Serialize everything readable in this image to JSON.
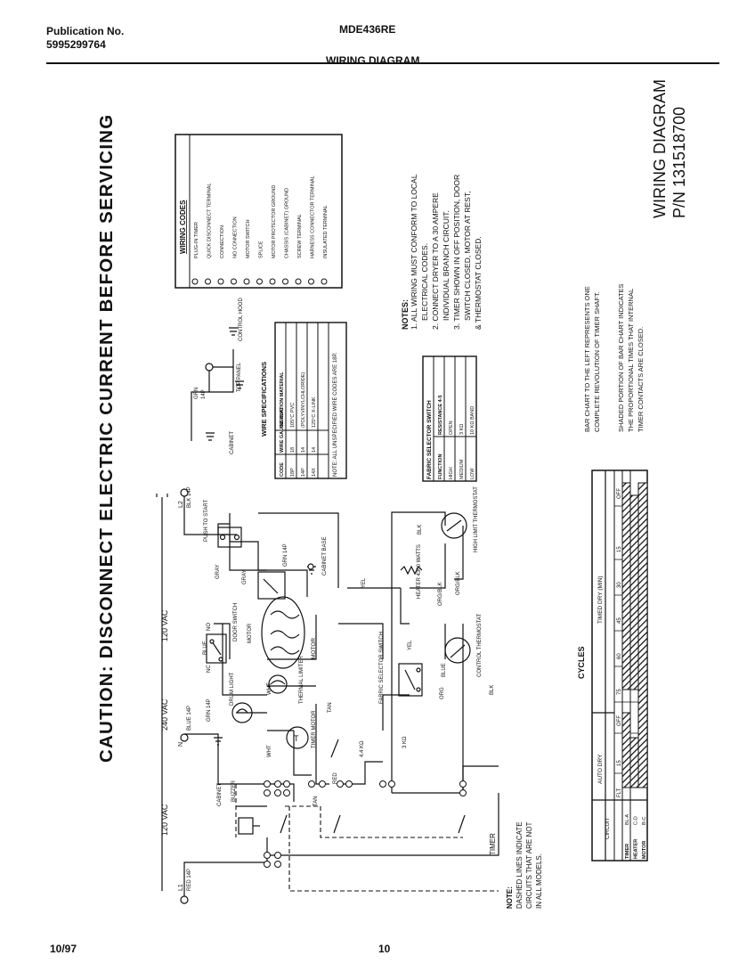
{
  "header": {
    "publication_label": "Publication No.",
    "publication_number": "5995299764",
    "model": "MDE436RE",
    "title": "WIRING DIAGRAM"
  },
  "footer": {
    "date": "10/97",
    "page": "10"
  },
  "caution": "CAUTION: DISCONNECT ELECTRIC CURRENT BEFORE SERVICING",
  "diagram_title": "WIRING DIAGRAM",
  "part_number": "P/N 131518700",
  "wiring_codes": {
    "title": "WIRING CODES",
    "items": [
      "PLUG-IN TIMER",
      "QUICK DISCONNECT TERMINAL",
      "CONNECTION",
      "NO CONNECTION",
      "MOTOR SWITCH",
      "SPLICE",
      "MOTOR PROTECTOR GROUND",
      "CHASSIS (CABINET) GROUND",
      "SCREW TERMINAL",
      "HARNESS CONNECTOR TERMINAL",
      "INSULATED TERMINAL"
    ]
  },
  "notes": {
    "title": "NOTES:",
    "lines": [
      "1. ALL WIRING MUST CONFORM TO LOCAL",
      "ELECTRICAL CODES.",
      "2. CONNECT DRYER TO A 30 AMPERE",
      "INDIVIDUAL BRANCH CIRCUIT.",
      "3. TIMER SHOWN IN OFF POSITION, DOOR",
      "SWITCH CLOSED, MOTOR AT REST,",
      "& THERMOSTAT CLOSED."
    ]
  },
  "wire_specs": {
    "title": "WIRE SPECIFICATIONS",
    "headers": [
      "CODE",
      "WIRE GAUGE AWG",
      "INSULATION MATERIAL"
    ],
    "rows": [
      [
        "18P",
        "18",
        "105°C PVC"
      ],
      [
        "14P",
        "14",
        "(POLYVINYLCHLORIDE)"
      ],
      [
        "14X",
        "14",
        "125°C X-LINK"
      ]
    ],
    "note": "NOTE: ALL UNSPECIFIED WIRE CODES ARE 18P."
  },
  "fabric_selector": {
    "title": "FABRIC SELECTOR SWITCH",
    "headers": [
      "FUNCTION",
      "RESISTANCE 4-5"
    ],
    "rows": [
      [
        "HIGH",
        "OPEN"
      ],
      [
        "MEDIUM",
        "3 KΩ"
      ],
      [
        "LOW",
        "10 KΩ BAND"
      ]
    ]
  },
  "bar_chart_notes": [
    "BAR CHART TO THE LEFT REPRESENTS ONE",
    "COMPLETE REVOLUTION OF TIMER SHAFT.",
    "SHADED PORTION OF BAR CHART INDICATES",
    "THE PROPORTIONAL TIMES THAT INTERNAL",
    "TIMER CONTACTS ARE CLOSED."
  ],
  "cycles": {
    "title": "CYCLES",
    "circuit_label": "CIRCUIT",
    "auto_dry": "AUTO DRY",
    "timed_dry": "TIMED DRY (MIN)",
    "rows": [
      "TIMER",
      "HEATER",
      "MOTOR"
    ],
    "row_contacts": [
      "BL-A",
      "C-D",
      "B-C"
    ],
    "cols": [
      "FLT",
      "15",
      "OFF",
      "75",
      "60",
      "45",
      "30",
      "15",
      "OFF"
    ]
  },
  "dashed_note": [
    "NOTE:",
    "DASHED LINES INDICATE",
    "CIRCUITS THAT ARE NOT",
    "IN ALL MODELS."
  ],
  "voltages": [
    "120 VAC",
    "240 VAC",
    "120 VAC"
  ],
  "components": {
    "l1": "L1",
    "l1_wire": "RED 14P",
    "l2": "L2",
    "l2_wire": "BLK 14P",
    "n": "N",
    "n_wire": "BLUE 14P",
    "blue": "BLUE",
    "gray": "GRAY",
    "grn": "GRN",
    "grn_14p": "GRN 14P",
    "cabinet": "CABINET",
    "cabinet_base": "CABINET BASE",
    "top_panel": "TOP PANEL",
    "control_hood": "CONTROL HOOD",
    "push_start": "PUSH TO START",
    "door_switch": "DOOR SWITCH",
    "drum_light": "DRUM LIGHT",
    "motor": "MOTOR",
    "thermal_limiter": "THERMAL LIMITER",
    "timer_motor": "TIMER MOTOR",
    "buzzer": "BUZZER",
    "timer": "TIMER",
    "fabric_switch": "FABRIC SELECTOR SWITCH",
    "heater": "HEATER 4300 WATTS",
    "high_limit": "HIGH LIMIT THERMOSTAT",
    "control_thermostat": "CONTROL THERMOSTAT",
    "yel": "YEL",
    "tan": "TAN",
    "blk": "BLK",
    "org_blk": "ORG/BLK",
    "org": "ORG",
    "wht": "WHT",
    "red": "RED",
    "four_kohm": "4.4 KΩ",
    "three_kohm": "3 KΩ"
  }
}
